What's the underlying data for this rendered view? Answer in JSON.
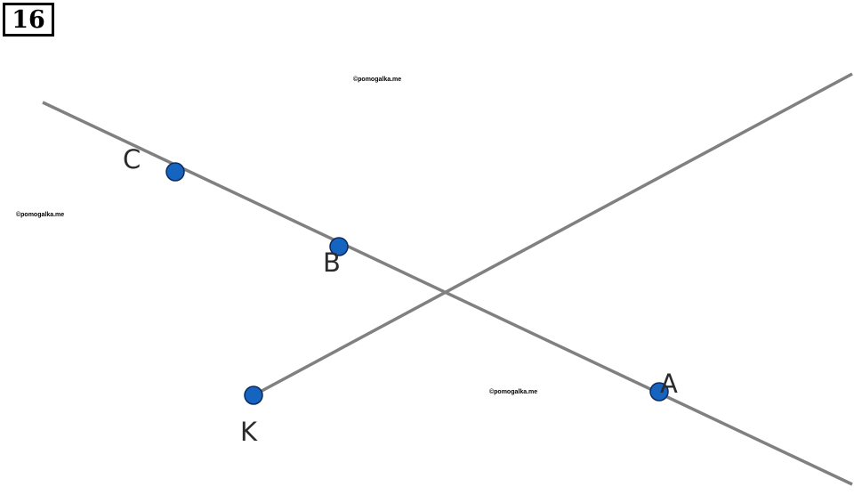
{
  "task_number": "16",
  "watermark": "©pomogalka.me",
  "points": {
    "C": "C",
    "B": "B",
    "A": "A",
    "K": "K"
  },
  "colors": {
    "line": "#808080",
    "point_fill": "#1565c0",
    "point_stroke": "#0d2a5c",
    "label": "#2b2b2b"
  }
}
